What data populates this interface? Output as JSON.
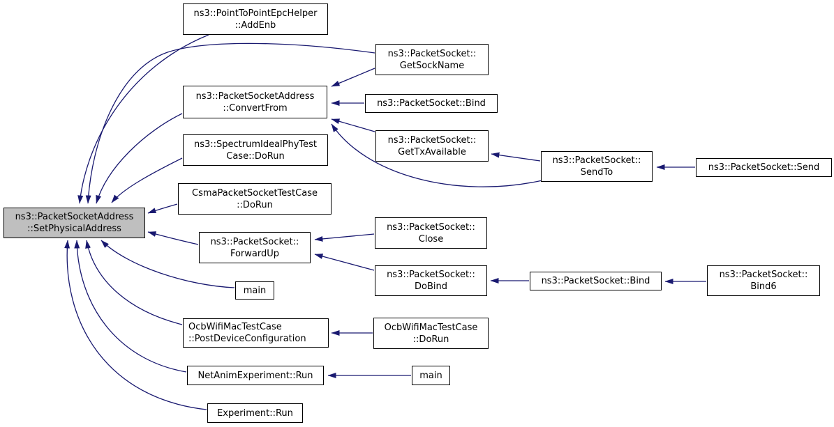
{
  "colors": {
    "edge": "#191970",
    "node_fill": "#ffffff",
    "node_border": "#000000",
    "highlight_fill": "#bfbfbf",
    "background": "#ffffff"
  },
  "nodes": {
    "set_physical_address": {
      "line1": "ns3::PacketSocketAddress",
      "line2": "::SetPhysicalAddress"
    },
    "add_enb": {
      "line1": "ns3::PointToPointEpcHelper",
      "line2": "::AddEnb"
    },
    "get_sock_name": {
      "line1": "ns3::PacketSocket::",
      "line2": "GetSockName"
    },
    "convert_from": {
      "line1": "ns3::PacketSocketAddress",
      "line2": "::ConvertFrom"
    },
    "bind_top": {
      "line1": "ns3::PacketSocket::Bind"
    },
    "spectrum_dorun": {
      "line1": "ns3::SpectrumIdealPhyTest",
      "line2": "Case::DoRun"
    },
    "get_tx_available": {
      "line1": "ns3::PacketSocket::",
      "line2": "GetTxAvailable"
    },
    "send_to": {
      "line1": "ns3::PacketSocket::",
      "line2": "SendTo"
    },
    "send": {
      "line1": "ns3::PacketSocket::Send"
    },
    "csma_dorun": {
      "line1": "CsmaPacketSocketTestCase",
      "line2": "::DoRun"
    },
    "forward_up": {
      "line1": "ns3::PacketSocket::",
      "line2": "ForwardUp"
    },
    "close": {
      "line1": "ns3::PacketSocket::",
      "line2": "Close"
    },
    "do_bind": {
      "line1": "ns3::PacketSocket::",
      "line2": "DoBind"
    },
    "bind_mid": {
      "line1": "ns3::PacketSocket::Bind"
    },
    "bind6": {
      "line1": "ns3::PacketSocket::",
      "line2": "Bind6"
    },
    "main_top": {
      "line1": "main"
    },
    "ocb_post_device": {
      "line1": "OcbWifiMacTestCase",
      "line2": "::PostDeviceConfiguration"
    },
    "ocb_dorun": {
      "line1": "OcbWifiMacTestCase",
      "line2": "::DoRun"
    },
    "netanim_run": {
      "line1": "NetAnimExperiment::Run"
    },
    "main_bottom": {
      "line1": "main"
    },
    "experiment_run": {
      "line1": "Experiment::Run"
    }
  },
  "edges": [
    {
      "from": "ns3::PointToPointEpcHelper::AddEnb",
      "to": "ns3::PacketSocketAddress::SetPhysicalAddress"
    },
    {
      "from": "ns3::PacketSocket::GetSockName",
      "to": "ns3::PacketSocketAddress::SetPhysicalAddress"
    },
    {
      "from": "ns3::PacketSocketAddress::ConvertFrom",
      "to": "ns3::PacketSocketAddress::SetPhysicalAddress"
    },
    {
      "from": "ns3::SpectrumIdealPhyTestCase::DoRun",
      "to": "ns3::PacketSocketAddress::SetPhysicalAddress"
    },
    {
      "from": "CsmaPacketSocketTestCase::DoRun",
      "to": "ns3::PacketSocketAddress::SetPhysicalAddress"
    },
    {
      "from": "ns3::PacketSocket::ForwardUp",
      "to": "ns3::PacketSocketAddress::SetPhysicalAddress"
    },
    {
      "from": "main",
      "to": "ns3::PacketSocketAddress::SetPhysicalAddress"
    },
    {
      "from": "OcbWifiMacTestCase::PostDeviceConfiguration",
      "to": "ns3::PacketSocketAddress::SetPhysicalAddress"
    },
    {
      "from": "NetAnimExperiment::Run",
      "to": "ns3::PacketSocketAddress::SetPhysicalAddress"
    },
    {
      "from": "Experiment::Run",
      "to": "ns3::PacketSocketAddress::SetPhysicalAddress"
    },
    {
      "from": "ns3::PacketSocket::GetSockName",
      "to": "ns3::PacketSocketAddress::ConvertFrom"
    },
    {
      "from": "ns3::PacketSocket::Bind",
      "to": "ns3::PacketSocketAddress::ConvertFrom"
    },
    {
      "from": "ns3::PacketSocket::GetTxAvailable",
      "to": "ns3::PacketSocketAddress::ConvertFrom"
    },
    {
      "from": "ns3::PacketSocket::SendTo",
      "to": "ns3::PacketSocketAddress::ConvertFrom"
    },
    {
      "from": "ns3::PacketSocket::SendTo",
      "to": "ns3::PacketSocket::GetTxAvailable"
    },
    {
      "from": "ns3::PacketSocket::Send",
      "to": "ns3::PacketSocket::SendTo"
    },
    {
      "from": "ns3::PacketSocket::Close",
      "to": "ns3::PacketSocket::ForwardUp"
    },
    {
      "from": "ns3::PacketSocket::DoBind",
      "to": "ns3::PacketSocket::ForwardUp"
    },
    {
      "from": "ns3::PacketSocket::Bind",
      "to": "ns3::PacketSocket::DoBind"
    },
    {
      "from": "ns3::PacketSocket::Bind6",
      "to": "ns3::PacketSocket::Bind"
    },
    {
      "from": "OcbWifiMacTestCase::DoRun",
      "to": "OcbWifiMacTestCase::PostDeviceConfiguration"
    },
    {
      "from": "main",
      "to": "NetAnimExperiment::Run"
    }
  ]
}
